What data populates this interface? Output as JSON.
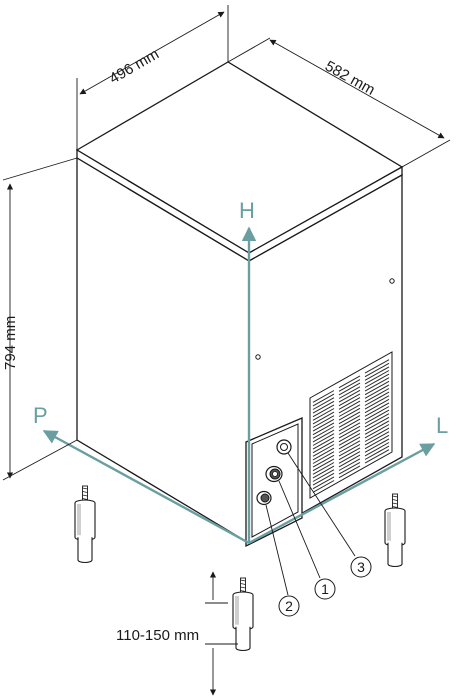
{
  "dimensions": {
    "width": "496 mm",
    "depth": "582 mm",
    "height": "794 mm",
    "feet_range": "110-150 mm"
  },
  "axes": {
    "height": "H",
    "front": "P",
    "side": "L"
  },
  "callouts": [
    "1",
    "2",
    "3"
  ],
  "colors": {
    "axis": "#6a9ea0",
    "line": "#1a1a1a",
    "panel": "#ffffff",
    "grille": "#2a2a2a"
  }
}
